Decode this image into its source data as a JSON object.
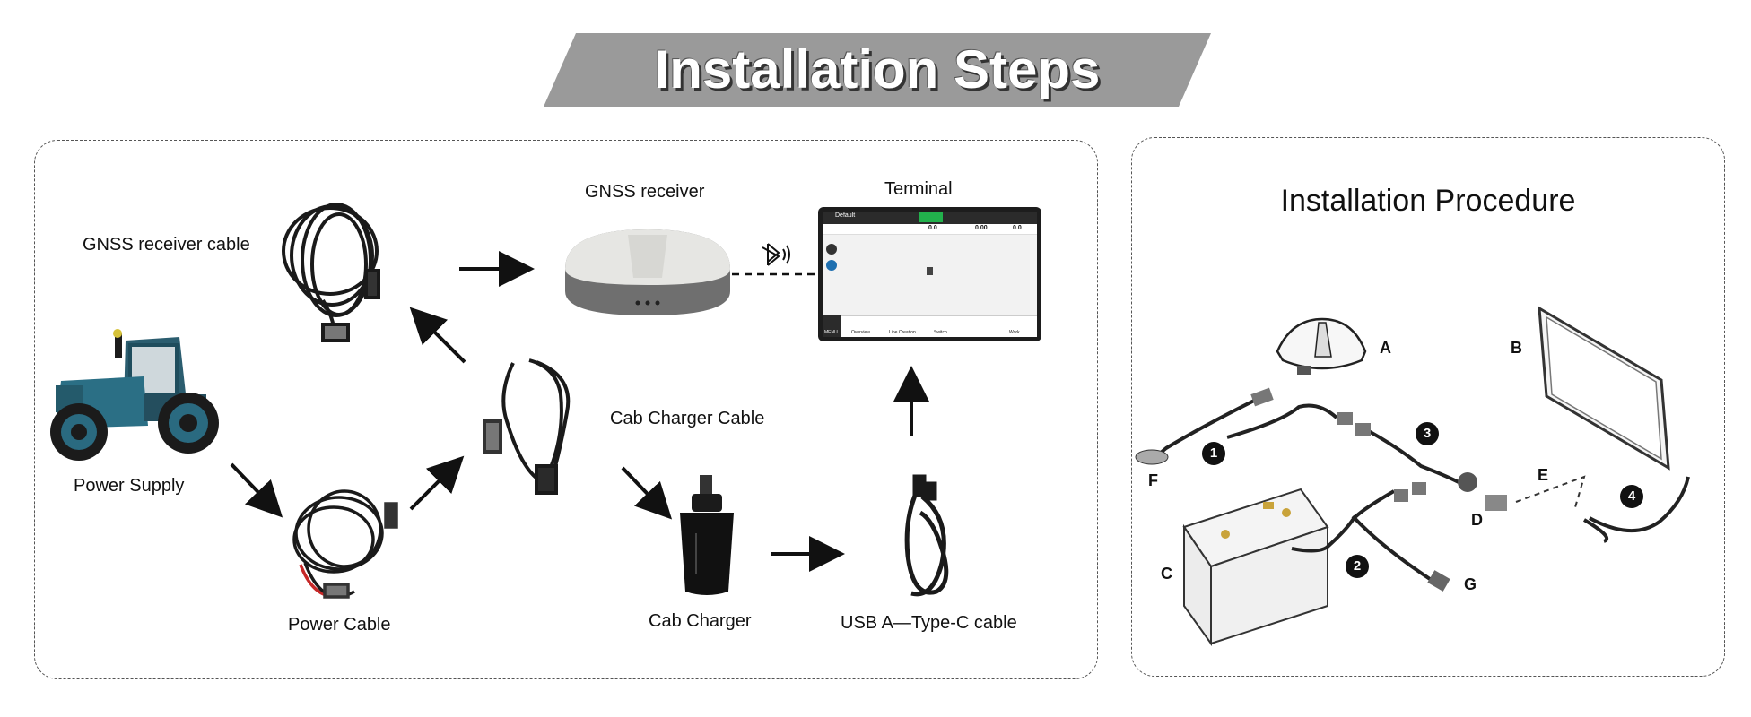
{
  "banner": {
    "title": "Installation Steps",
    "color": "#9a9a9a"
  },
  "flow": {
    "gnss_receiver_cable": "GNSS receiver cable",
    "gnss_receiver": "GNSS receiver",
    "terminal": "Terminal",
    "power_supply": "Power Supply",
    "power_cable": "Power Cable",
    "cab_charger_cable": "Cab Charger Cable",
    "cab_charger": "Cab Charger",
    "usb_cable": "USB A—Type-C cable",
    "connection_icon": "bluetooth-icon"
  },
  "terminal_screen": {
    "profile": "Default",
    "readout_1": "0.0",
    "readout_2": "0.00",
    "readout_3": "0.0",
    "menu": "MENU",
    "nav": [
      "Overview",
      "Line Creation",
      "Switch",
      "Work"
    ]
  },
  "procedure": {
    "title": "Installation Procedure",
    "letters": [
      "A",
      "B",
      "C",
      "D",
      "E",
      "F",
      "G"
    ],
    "steps": [
      "1",
      "2",
      "3",
      "4"
    ]
  }
}
